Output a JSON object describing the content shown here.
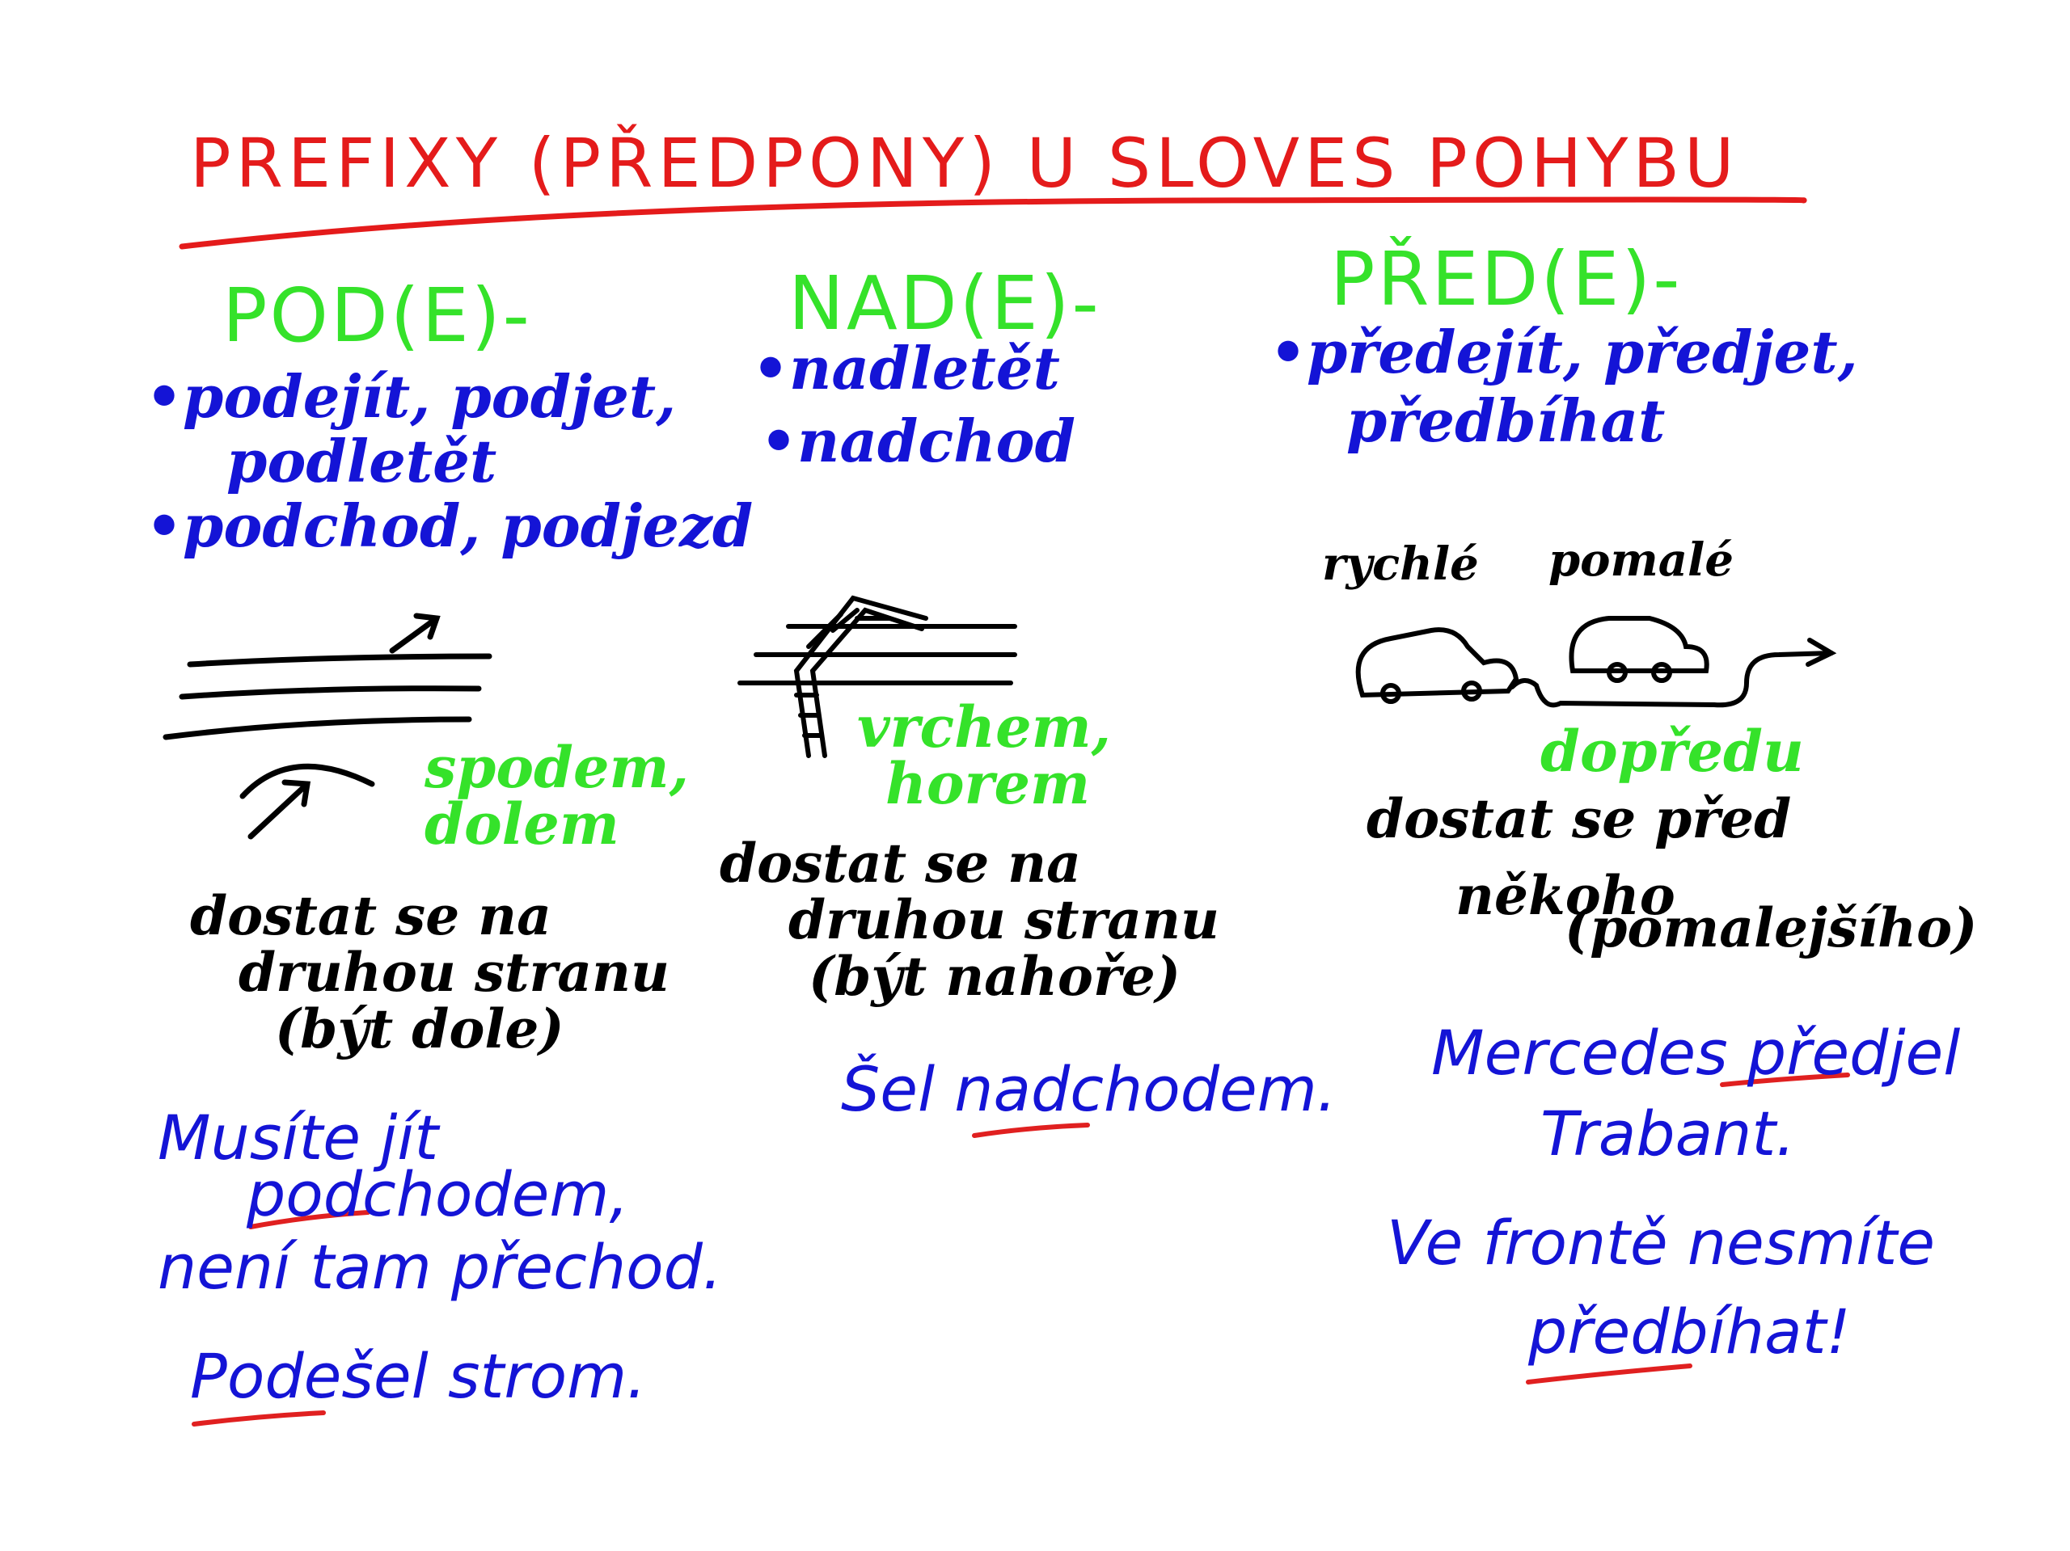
{
  "title": "PREFIXY (PŘEDPONY) U SLOVES POHYBU",
  "colors": {
    "title": "#e41b1b",
    "heading": "#35e22a",
    "example": "#1414d6",
    "explanation": "#000000",
    "underline": "#e02020"
  },
  "columns": [
    {
      "heading": "POD(E)-",
      "bullets": [
        "•podejít, podjet,",
        "podletět",
        "•podchod, podjezd"
      ],
      "adverbs": [
        "spodem,",
        "dolem"
      ],
      "explanation": [
        "dostat se na",
        "druhou stranu",
        "(být dole)"
      ],
      "examples": [
        "Musíte jít",
        "podchodem,",
        "není tam přechod.",
        "Podešel strom."
      ]
    },
    {
      "heading": "NAD(E)-",
      "bullets": [
        "•nadletět",
        "•nadchod"
      ],
      "adverbs": [
        "vrchem,",
        "horem"
      ],
      "explanation": [
        "dostat se na",
        "druhou stranu",
        "(být nahoře)"
      ],
      "examples": [
        "Šel nadchodem."
      ]
    },
    {
      "heading": "PŘED(E)-",
      "bullets": [
        "•předejít, předjet,",
        "předbíhat"
      ],
      "car_labels": [
        "rychlé",
        "pomalé"
      ],
      "adverbs": [
        "dopředu"
      ],
      "explanation": [
        "dostat se před",
        "někoho",
        "(pomalejšího)"
      ],
      "examples": [
        "Mercedes předjel",
        "Trabant.",
        "Ve frontě nesmíte",
        "předbíhat!"
      ]
    }
  ]
}
